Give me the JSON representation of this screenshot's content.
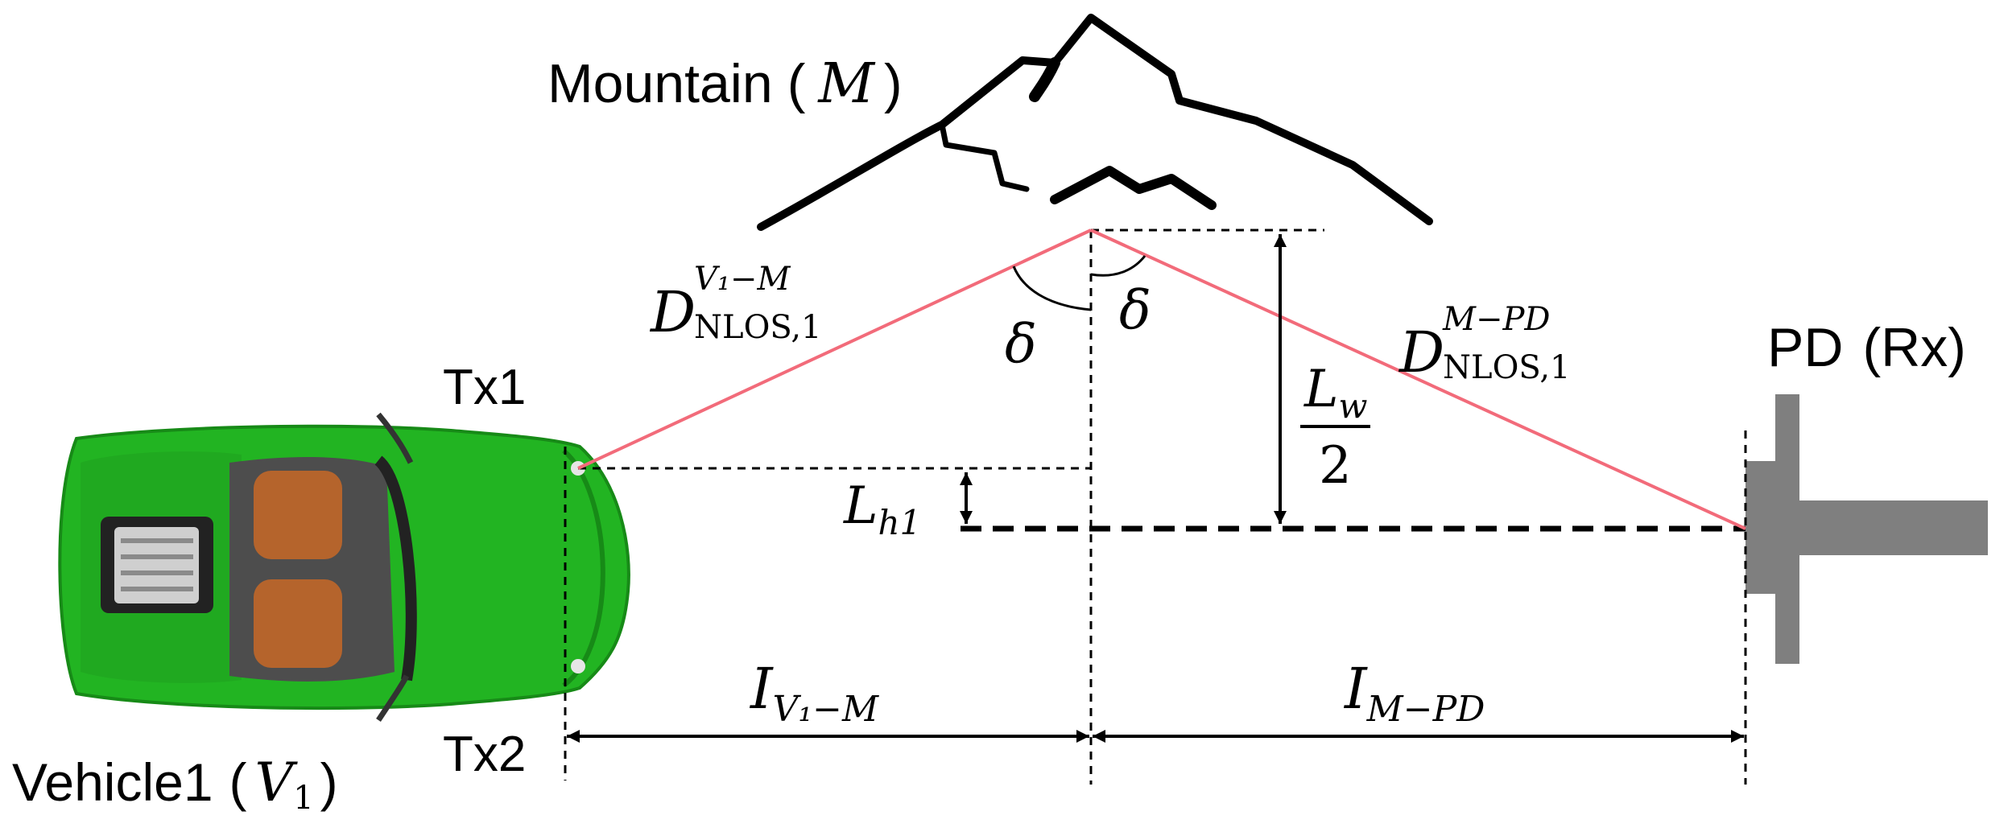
{
  "labels": {
    "mountain_text": "Mountain",
    "mountain_symbol": "M",
    "vehicle_text": "Vehicle1",
    "vehicle_symbol": "V",
    "vehicle_symbol_sub": "1",
    "tx1": "Tx1",
    "tx2": "Tx2",
    "pd_text": "PD",
    "pd_rx": "(Rx)",
    "paren_open": "(",
    "paren_close": ")",
    "delta": "δ",
    "lh1_main": "L",
    "lh1_sub": "h1",
    "lw_num_main": "L",
    "lw_num_sub": "w",
    "lw_den": "2",
    "d_left_main": "D",
    "d_left_sup": "V₁−M",
    "d_left_sub": "NLOS,1",
    "d_right_main": "D",
    "d_right_sup": "M−PD",
    "d_right_sub": "NLOS,1",
    "i_left_main": "I",
    "i_left_sub": "V₁−M",
    "i_right_main": "I",
    "i_right_sub": "M−PD"
  },
  "colors": {
    "ray": "#f26b7a",
    "car_body": "#22b422",
    "car_dark": "#178a17",
    "seat": "#b5642c",
    "pd": "#7f7f7f"
  }
}
